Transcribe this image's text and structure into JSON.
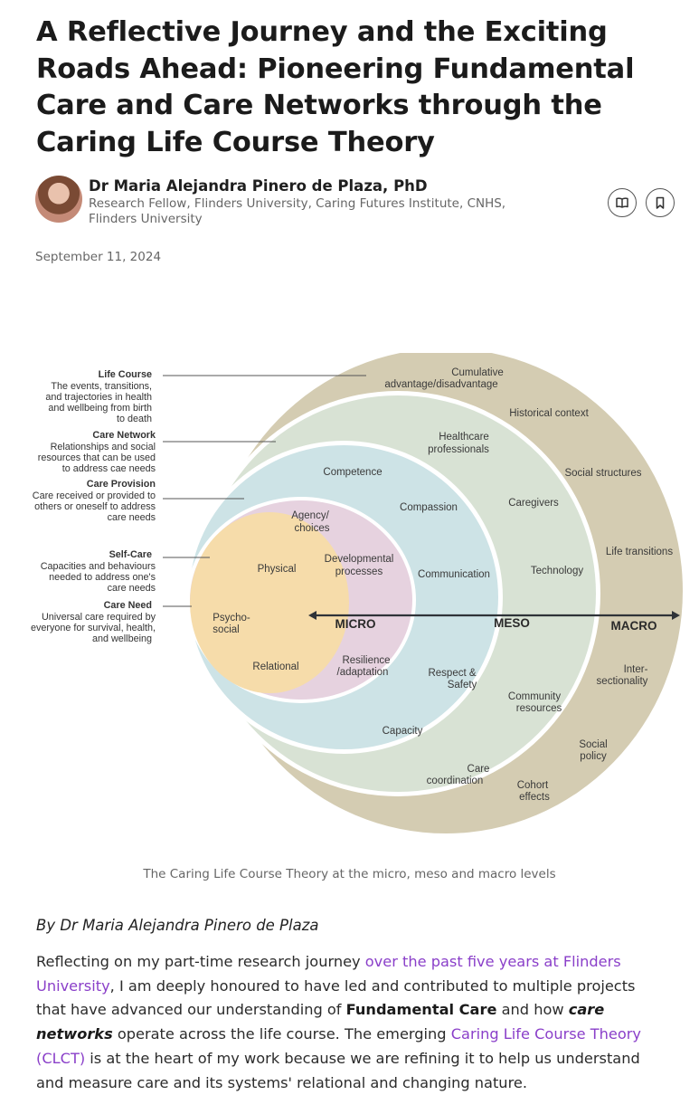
{
  "article": {
    "title": "A Reflective Journey and the Exciting Roads Ahead: Pioneering Fundamental Care and Care Networks through the Caring Life Course Theory",
    "author_name": "Dr Maria Alejandra Pinero de Plaza, PhD",
    "author_role": "Research Fellow, Flinders University, Caring Futures Institute, CNHS, Flinders University",
    "date": "September 11, 2024",
    "actions": {
      "read_icon": "book-icon",
      "save_icon": "bookmark-icon"
    }
  },
  "figure": {
    "legend": {
      "life_course": {
        "title": "Life Course",
        "lines": [
          "The events, transitions,",
          "and trajectories in health",
          "and wellbeing from birth",
          "to death"
        ]
      },
      "care_network": {
        "title": "Care Network",
        "lines": [
          "Relationships and social",
          "resources that can be used",
          "to address cae needs"
        ]
      },
      "care_provision": {
        "title": "Care Provision",
        "lines": [
          "Care received or provided to",
          "others or oneself to address",
          "care needs"
        ]
      },
      "self_care": {
        "title": "Self-Care",
        "lines": [
          "Capacities and behaviours",
          "needed to address one's",
          "care needs"
        ]
      },
      "care_need": {
        "title": "Care Need",
        "lines": [
          "Universal care required by",
          "everyone for survival, health,",
          "and wellbeing"
        ]
      }
    },
    "macro_ring": {
      "cumulative": [
        "Cumulative",
        "advantage/disadvantage"
      ],
      "historical": "Historical context",
      "social_structures": "Social structures",
      "life_transitions": "Life transitions",
      "intersectionality": [
        "Inter-",
        "sectionality"
      ],
      "social_policy": [
        "Social",
        "policy"
      ],
      "cohort_effects": [
        "Cohort",
        "effects"
      ]
    },
    "meso_ring": {
      "healthcare_professionals": [
        "Healthcare",
        "professionals"
      ],
      "caregivers": "Caregivers",
      "technology": "Technology",
      "community_resources": [
        "Community",
        "resources"
      ],
      "care_coordination": [
        "Care",
        "coordination"
      ]
    },
    "provision_ring": {
      "competence": "Competence",
      "compassion": "Compassion",
      "communication": "Communication",
      "respect_safety": [
        "Respect &",
        "Safety"
      ],
      "capacity": "Capacity"
    },
    "selfcare_ring": {
      "agency": [
        "Agency/",
        "choices"
      ],
      "developmental": [
        "Developmental",
        "processes"
      ],
      "resilience": [
        "Resilience",
        "/adaptation"
      ]
    },
    "core": {
      "physical": "Physical",
      "psychosocial": [
        "Psycho-",
        "social"
      ],
      "relational": "Relational"
    },
    "levels": {
      "micro": "MICRO",
      "meso": "MESO",
      "macro": "MACRO"
    },
    "colors": {
      "macro": "#d4ccb2",
      "meso": "#d8e2d4",
      "provision": "#cde3e6",
      "selfcare": "#e6d2df",
      "core": "#f6dcaa",
      "white_gap": "#ffffff"
    }
  },
  "caption": "The Caring Life Course Theory at the micro, meso and macro levels",
  "byline": "By Dr Maria Alejandra Pinero de Plaza",
  "paragraph": {
    "t1": "Reflecting on my part-time research journey ",
    "link1": "over the past five years at Flinders University",
    "t2": ", I am deeply honoured to have led and contributed to multiple projects that have advanced our understanding of ",
    "strong1": "Fundamental Care",
    "t3": " and how ",
    "em1": "care networks",
    "t4": " operate across the life course. The emerging ",
    "link2": "Caring Life Course Theory (CLCT)",
    "t5": " is at the heart of my work because we are refining it to help us understand and measure care and its systems' relational and changing nature."
  }
}
